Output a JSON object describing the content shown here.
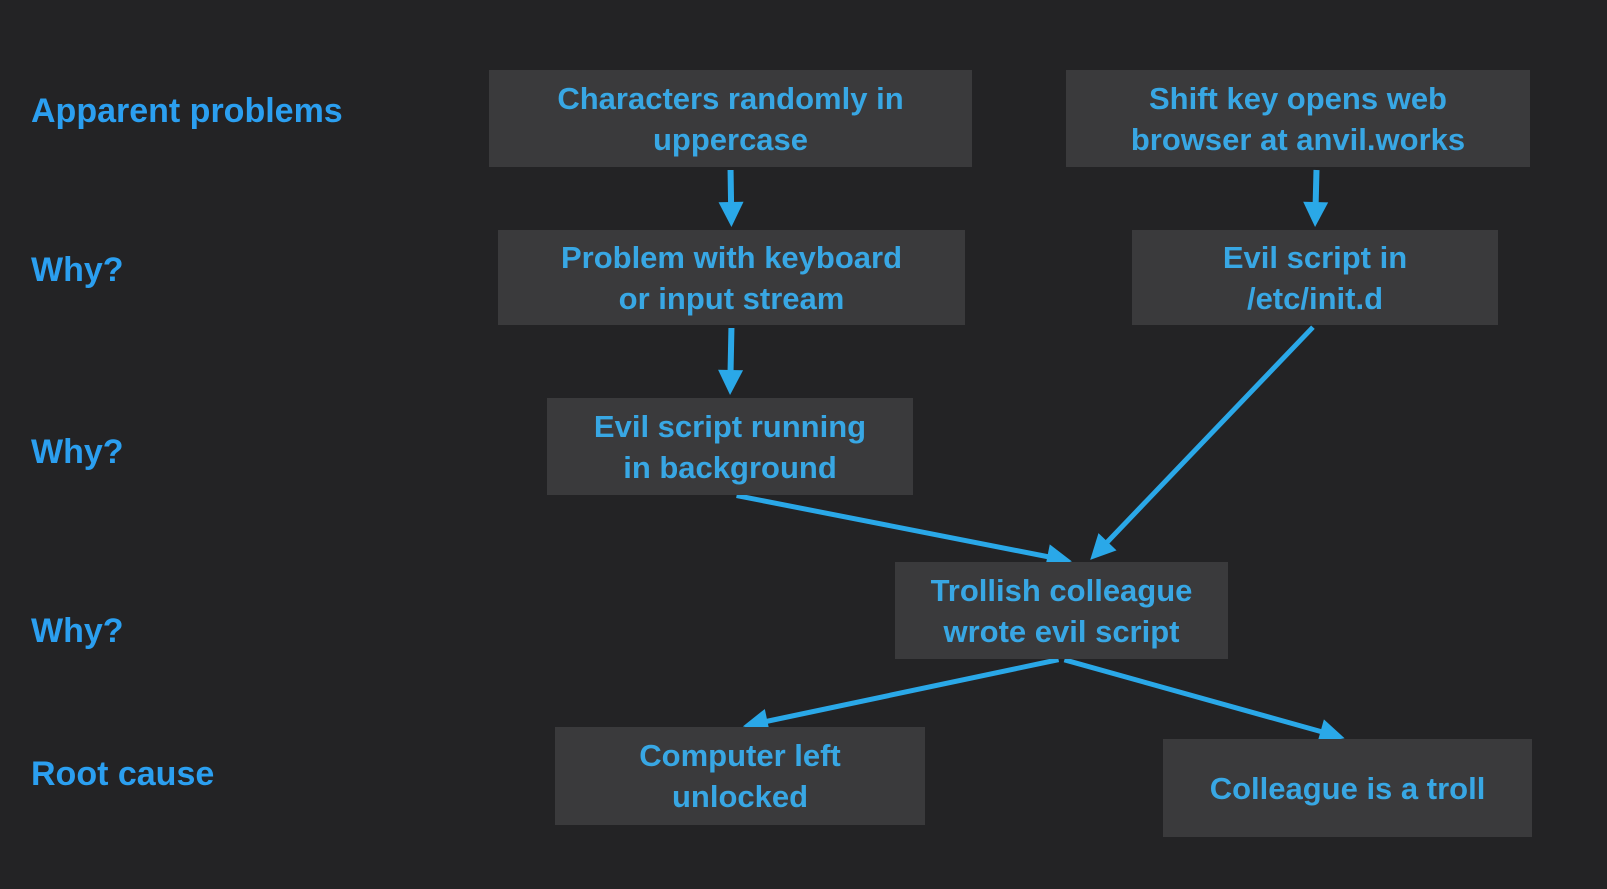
{
  "colors": {
    "background": "#232325",
    "node_background": "#3a3a3c",
    "label_text": "#2b9ff0",
    "node_text": "#38a7e4",
    "arrow": "#2aa8e8"
  },
  "row_labels": [
    {
      "key": "apparent-problems",
      "text": "Apparent problems"
    },
    {
      "key": "why-1",
      "text": "Why?"
    },
    {
      "key": "why-2",
      "text": "Why?"
    },
    {
      "key": "why-3",
      "text": "Why?"
    },
    {
      "key": "root-cause",
      "text": "Root cause"
    }
  ],
  "nodes": {
    "characters_uppercase": {
      "lines": [
        "Characters randomly in",
        "uppercase"
      ]
    },
    "shift_browser": {
      "lines": [
        "Shift key opens web",
        "browser at anvil.works"
      ]
    },
    "keyboard_input": {
      "lines": [
        "Problem with keyboard",
        "or input stream"
      ]
    },
    "evil_initd": {
      "lines": [
        "Evil script in",
        "/etc/init.d"
      ]
    },
    "evil_background": {
      "lines": [
        "Evil script running",
        "in background"
      ]
    },
    "trollish_colleague": {
      "lines": [
        "Trollish colleague",
        "wrote evil script"
      ]
    },
    "computer_unlocked": {
      "lines": [
        "Computer left",
        "unlocked"
      ]
    },
    "colleague_troll": {
      "lines": [
        "Colleague is a troll"
      ]
    }
  },
  "edges": [
    {
      "name": "edge-uppercase-to-keyboard",
      "from": "node-characters-uppercase",
      "to": "node-keyboard-input",
      "from_anchor": [
        0.5,
        1
      ],
      "to_anchor": [
        0.5,
        0
      ],
      "stroke_width": 6
    },
    {
      "name": "edge-shift-to-initd",
      "from": "node-shift-browser",
      "to": "node-evil-initd",
      "from_anchor": [
        0.54,
        1
      ],
      "to_anchor": [
        0.5,
        0
      ],
      "stroke_width": 6
    },
    {
      "name": "edge-keyboard-to-background",
      "from": "node-keyboard-input",
      "to": "node-evil-background",
      "from_anchor": [
        0.5,
        1
      ],
      "to_anchor": [
        0.5,
        0
      ],
      "stroke_width": 6
    },
    {
      "name": "edge-background-to-trollish",
      "from": "node-evil-background",
      "to": "node-trollish-colleague",
      "from_anchor": [
        0.51,
        1
      ],
      "to_anchor": [
        0.54,
        0
      ],
      "stroke_width": 5
    },
    {
      "name": "edge-initd-to-trollish",
      "from": "node-evil-initd",
      "to": "node-trollish-colleague",
      "from_anchor": [
        0.5,
        1
      ],
      "to_anchor": [
        0.58,
        0
      ],
      "stroke_width": 5
    },
    {
      "name": "edge-trollish-to-unlocked",
      "from": "node-trollish-colleague",
      "to": "node-computer-unlocked",
      "from_anchor": [
        0.5,
        1
      ],
      "to_anchor": [
        0.5,
        0
      ],
      "stroke_width": 5
    },
    {
      "name": "edge-trollish-to-troll",
      "from": "node-trollish-colleague",
      "to": "node-colleague-troll",
      "from_anchor": [
        0.5,
        1
      ],
      "to_anchor": [
        0.5,
        0
      ],
      "stroke_width": 5
    }
  ]
}
